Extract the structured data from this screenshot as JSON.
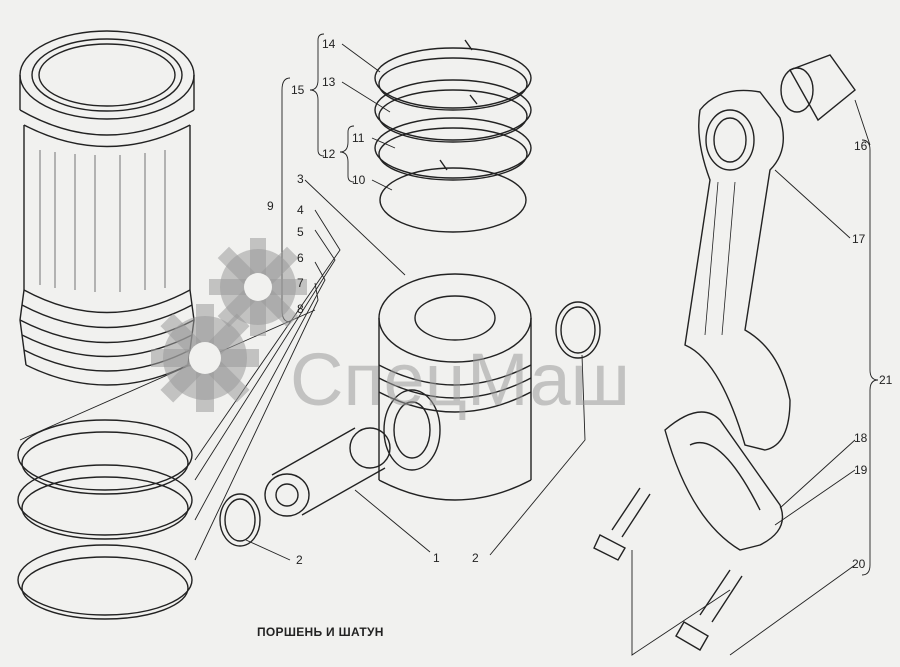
{
  "caption": "ПОРШЕНЬ И ШАТУН",
  "watermark": {
    "text": "СпецМаш",
    "icon": "gear-icon",
    "color": "#9a9a9a"
  },
  "callouts": [
    "14",
    "13",
    "15",
    "11",
    "12",
    "10",
    "3",
    "9",
    "4",
    "5",
    "6",
    "7",
    "8",
    "16",
    "17",
    "21",
    "18",
    "19",
    "20",
    "2",
    "1",
    "2"
  ],
  "colors": {
    "line": "#222222",
    "background": "#f1f1ef"
  }
}
